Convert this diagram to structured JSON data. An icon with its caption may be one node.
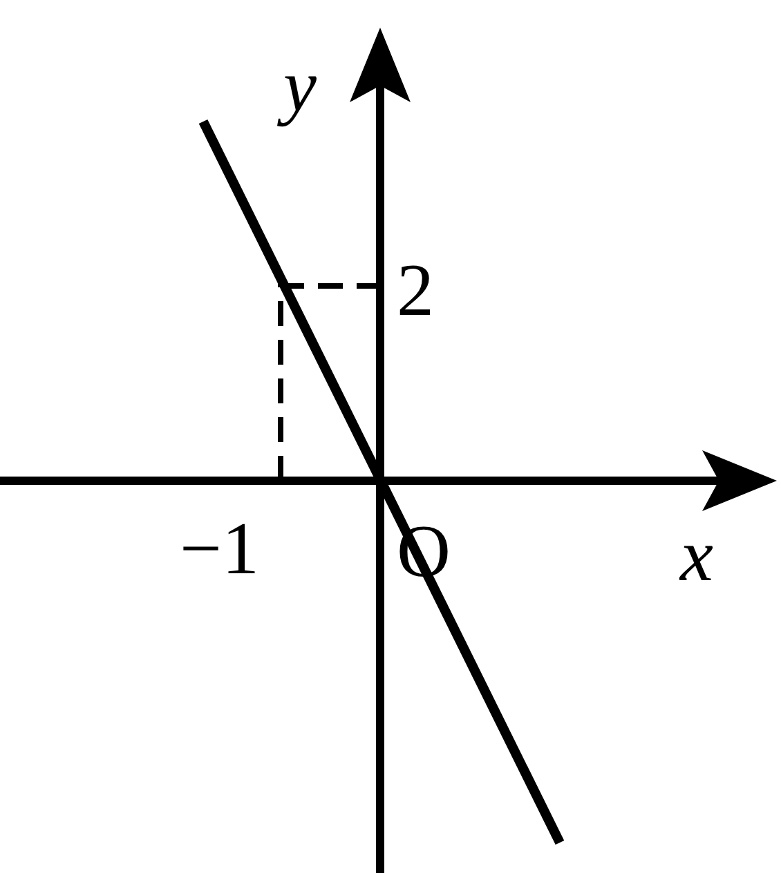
{
  "diagram": {
    "labels": [
      "y",
      "2",
      "−1",
      "O",
      "x"
    ]
  }
}
